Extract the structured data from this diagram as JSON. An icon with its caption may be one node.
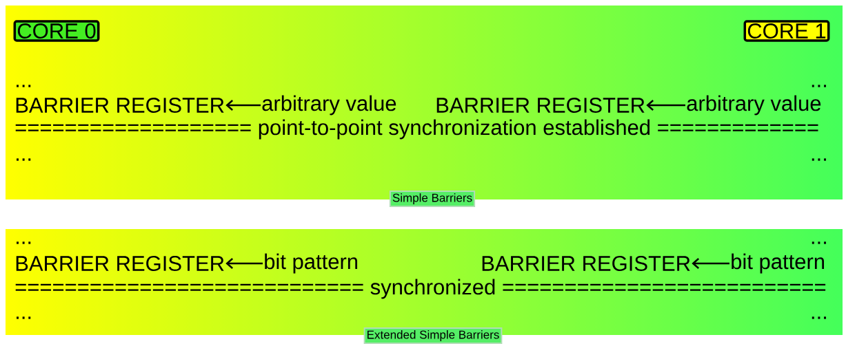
{
  "diagram": {
    "nodes": [
      {
        "text": [
          "...",
          "...",
          "=================== point-to-point synchronization established =============",
          "...",
          "..."
        ]
      },
      {
        "text": [
          "CORE 0"
        ],
        "in": 0
      },
      {
        "text": [
          "CORE 1"
        ],
        "in": 0
      },
      {
        "text": [
          "BARRIER REGISTER"
        ],
        "in": 0
      },
      {
        "text": [
          "arbitrary value"
        ],
        "in": 0
      },
      {
        "text": [
          "BARRIER REGISTER"
        ],
        "in": 0
      },
      {
        "text": [
          "arbitrary value"
        ],
        "in": 0
      },
      {
        "text": [
          "Simple Barriers"
        ]
      },
      {
        "text": [
          "...",
          "...",
          "============================ synchronized ==========================",
          "...",
          "..."
        ]
      },
      {
        "text": [
          "BARRIER REGISTER"
        ],
        "in": 8
      },
      {
        "text": [
          "bit pattern"
        ],
        "in": 8
      },
      {
        "text": [
          "BARRIER REGISTER"
        ],
        "in": 8
      },
      {
        "text": [
          "bit pattern"
        ],
        "in": 8
      },
      {
        "text": [
          "Extended Simple Barriers"
        ]
      }
    ],
    "edges": [
      {
        "from": 4,
        "to": 3,
        "arrow": "to"
      },
      {
        "from": 6,
        "to": 5,
        "arrow": "to"
      },
      {
        "from": 10,
        "to": 9,
        "arrow": "to"
      },
      {
        "from": 12,
        "to": 11,
        "arrow": "to"
      }
    ]
  }
}
